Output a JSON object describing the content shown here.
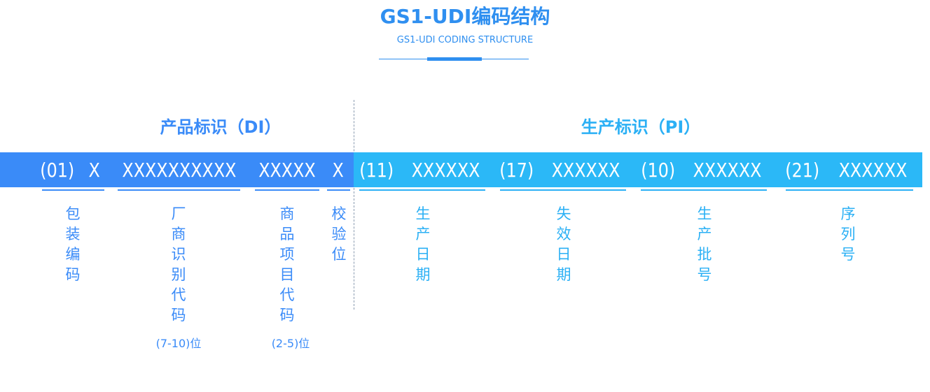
{
  "title": "GS1-UDI编码结构",
  "subtitle": "GS1-UDI CODING STRUCTURE",
  "colors": {
    "di": "#3a8bf8",
    "pi": "#2bb8f7",
    "title": "#2f8ff0"
  },
  "di": {
    "heading": "产品标识（DI）",
    "segments": [
      "(01)",
      "X",
      "XXXXXXXXXX",
      "XXXXX",
      "X"
    ],
    "labels": [
      "包装编码",
      "厂商识别代码",
      "商品项目代码",
      "校验位"
    ],
    "notes": [
      "(7-10)位",
      "(2-5)位"
    ]
  },
  "pi": {
    "heading": "生产标识（PI）",
    "segments": [
      "(11)",
      "XXXXXX",
      "(17)",
      "XXXXXX",
      "(10)",
      "XXXXXX",
      "(21)",
      "XXXXXX"
    ],
    "labels": [
      "生产日期",
      "失效日期",
      "生产批号",
      "序列号"
    ]
  }
}
